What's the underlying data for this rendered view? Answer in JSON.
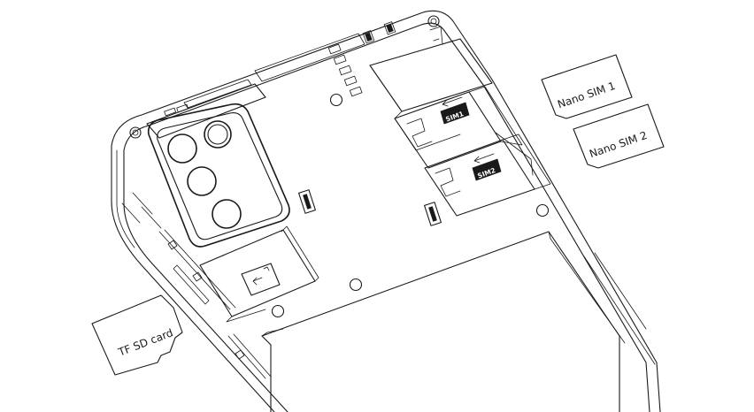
{
  "cards": {
    "sim1_label": "Nano SIM 1",
    "sim2_label": "Nano SIM 2",
    "sd_label": "TF SD card"
  },
  "slots": {
    "sim1_mark": "SIM1",
    "sim2_mark": "SIM2"
  },
  "icons": {
    "sd_slot": "microsd-icon",
    "sim_insert": "arrow-left-icon"
  },
  "colors": {
    "line": "#1a1a1a",
    "background": "#ffffff"
  }
}
